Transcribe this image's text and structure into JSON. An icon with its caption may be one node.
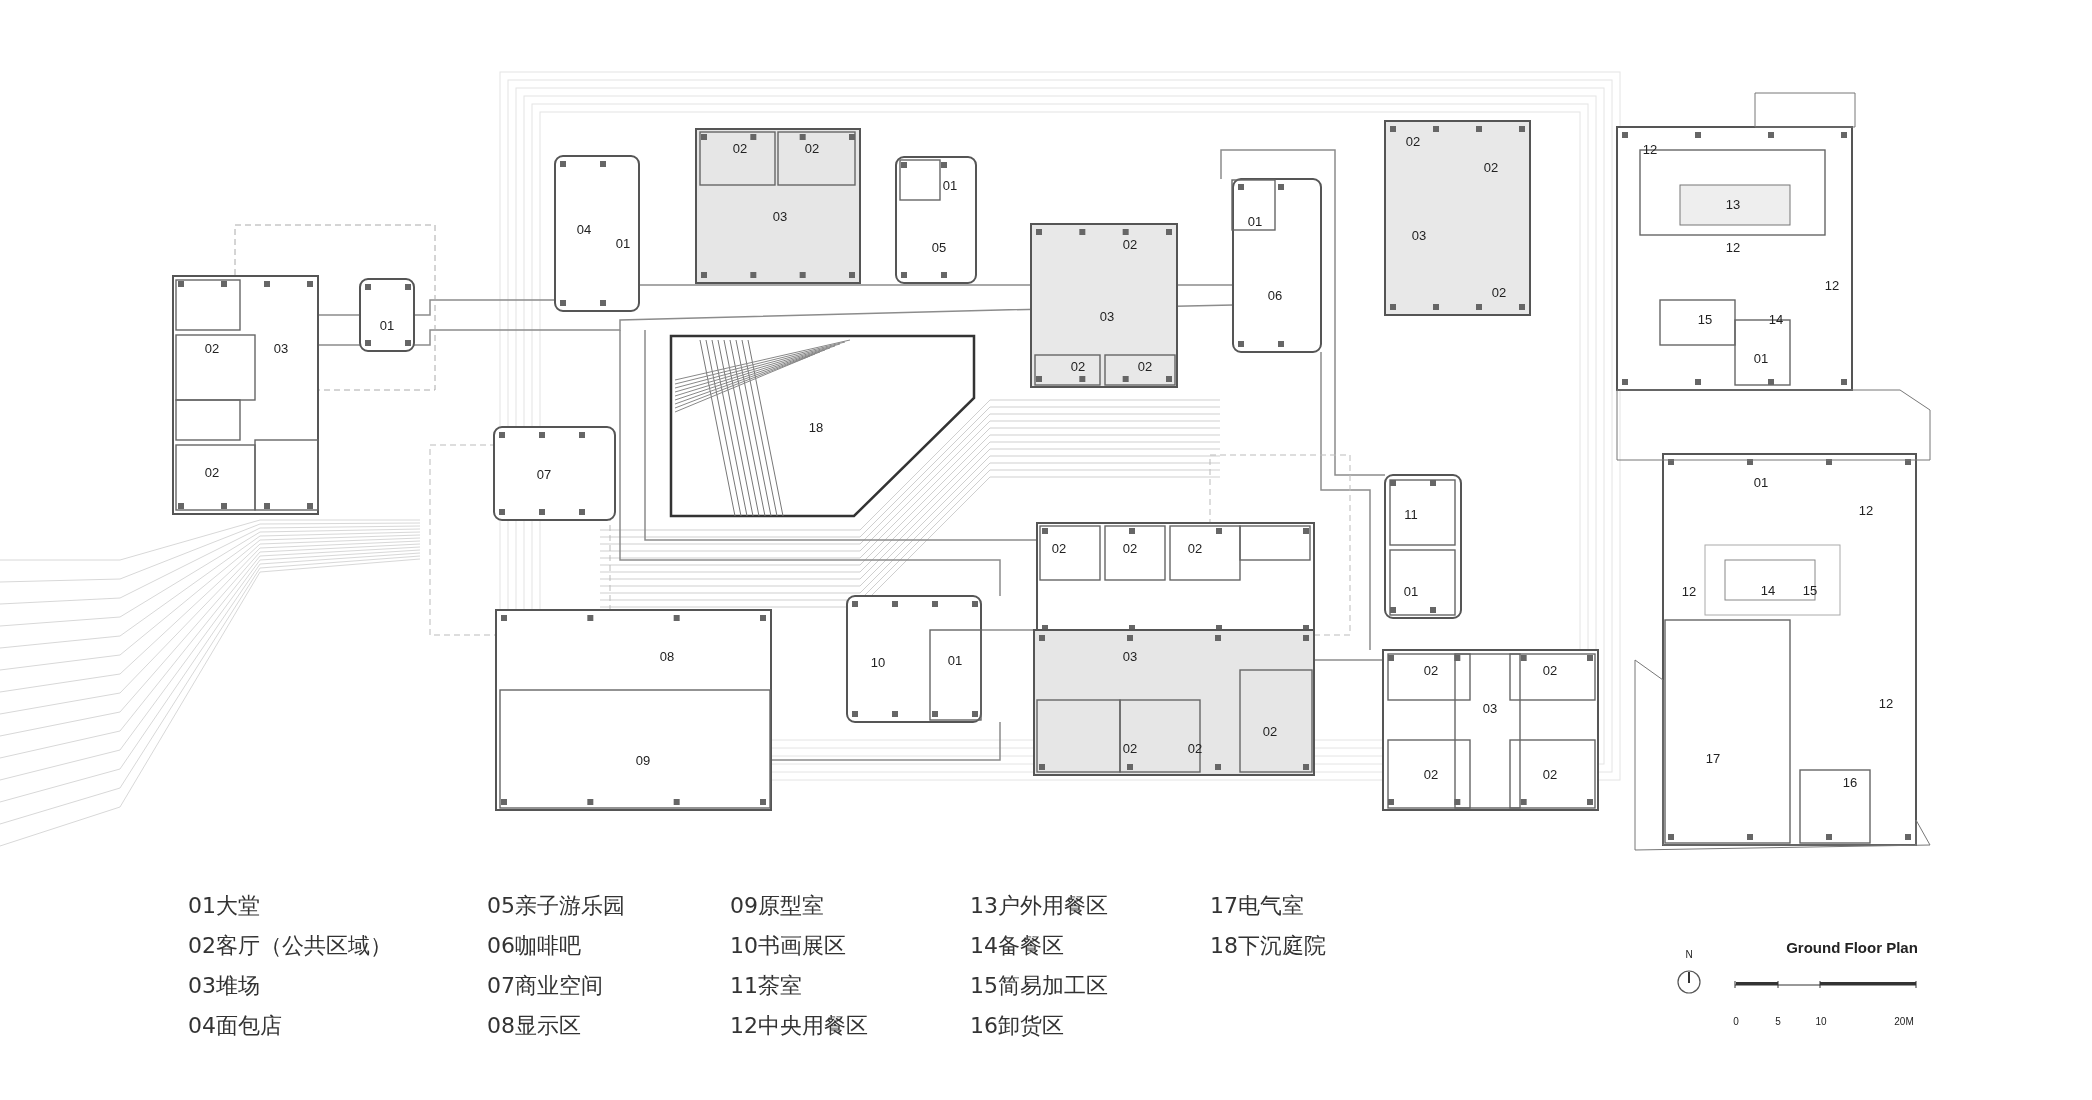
{
  "diagram": {
    "title": "Ground Floor Plan",
    "labels": [
      "02",
      "03",
      "02",
      "01",
      "04",
      "01",
      "02",
      "02",
      "03",
      "01",
      "05",
      "02",
      "03",
      "02",
      "02",
      "01",
      "06",
      "02",
      "02",
      "03",
      "02",
      "12",
      "13",
      "12",
      "12",
      "15",
      "14",
      "01",
      "18",
      "07",
      "11",
      "01",
      "02",
      "02",
      "02",
      "01",
      "12",
      "12",
      "14",
      "15",
      "12",
      "17",
      "16",
      "08",
      "09",
      "10",
      "01",
      "03",
      "02",
      "02",
      "02",
      "02",
      "02",
      "03",
      "02",
      "02",
      "01大堂",
      "05亲子游乐园",
      "09原型室",
      "13户外用餐区",
      "17电气室",
      "02客厅（公共区域）",
      "06咖啡吧",
      "10书画展区",
      "14备餐区",
      "18下沉庭院",
      "03堆场",
      "07商业空间",
      "11茶室",
      "15简易加工区",
      "04面包店",
      "08显示区",
      "12中央用餐区",
      "16卸货区",
      "N",
      "0",
      "5",
      "10",
      "20M"
    ]
  }
}
